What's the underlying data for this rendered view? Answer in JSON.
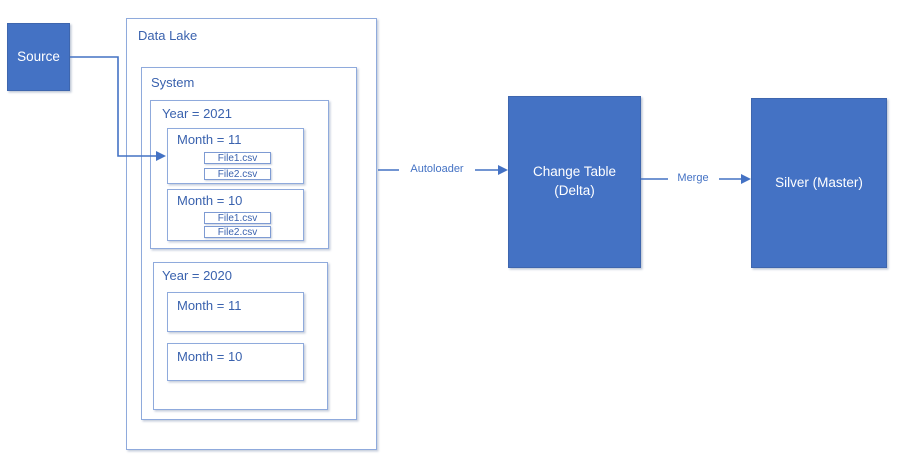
{
  "diagram": {
    "source_label": "Source",
    "data_lake_label": "Data Lake",
    "system_label": "System",
    "years": [
      {
        "label": "Year = 2021",
        "months": [
          {
            "label": "Month = 11",
            "files": [
              "File1.csv",
              "File2.csv"
            ]
          },
          {
            "label": "Month = 10",
            "files": [
              "File1.csv",
              "File2.csv"
            ]
          }
        ]
      },
      {
        "label": "Year = 2020",
        "months": [
          {
            "label": "Month = 11",
            "files": []
          },
          {
            "label": "Month = 10",
            "files": []
          }
        ]
      }
    ],
    "flow_labels": {
      "autoloader": "Autoloader",
      "merge": "Merge"
    },
    "change_table": {
      "line1": "Change Table",
      "line2": "(Delta)"
    },
    "silver_label": "Silver (Master)",
    "colors": {
      "node_fill": "#4472C4",
      "node_text": "#FFFFFF",
      "outline_border": "#8FAADC",
      "label_text": "#3A62AE",
      "connector": "#4472C4"
    }
  }
}
